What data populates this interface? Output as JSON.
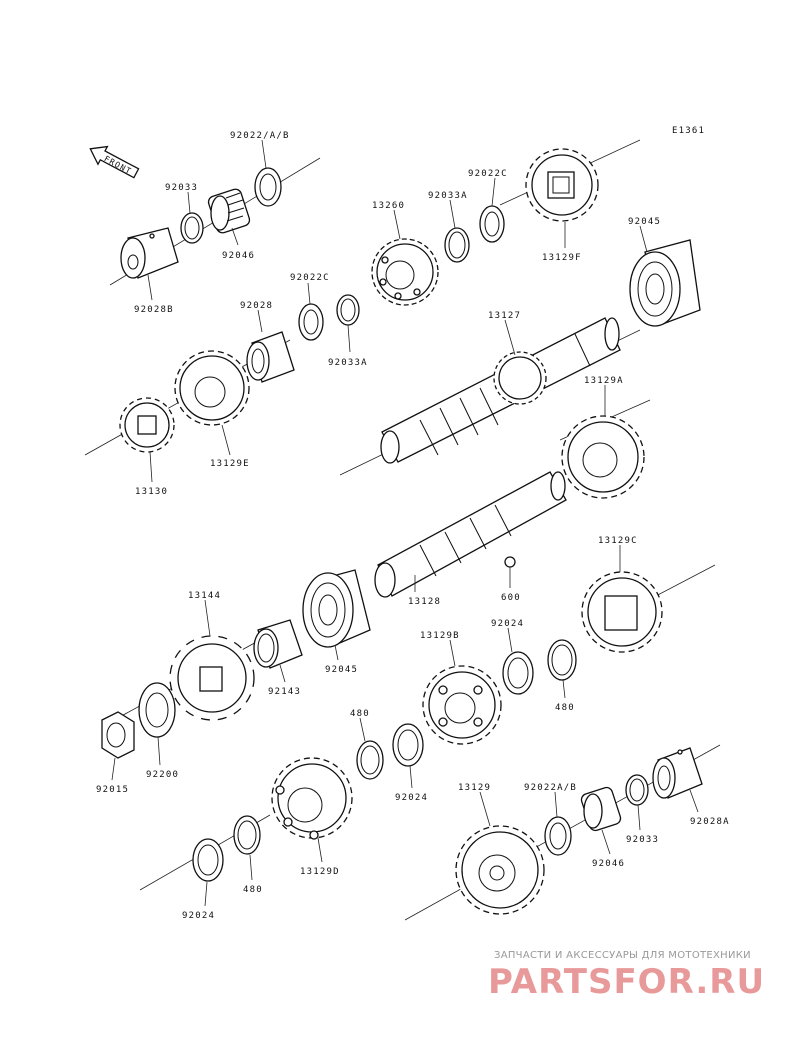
{
  "diagram_code": "E1361",
  "front_label": "FRONT",
  "labels": {
    "l92022AB_top": "92022/A/B",
    "l92033_top": "92033",
    "l92046_top": "92046",
    "l92028B": "92028B",
    "l13260": "13260",
    "l92033A_top": "92033A",
    "l92022C_top": "92022C",
    "l13129F": "13129F",
    "l92045_top": "92045",
    "l92022C_mid": "92022C",
    "l92028": "92028",
    "l92033A_mid": "92033A",
    "l13127": "13127",
    "l13129E": "13129E",
    "l13130": "13130",
    "l13129A": "13129A",
    "l13129C": "13129C",
    "l600": "600",
    "l13128": "13128",
    "l13144": "13144",
    "l92143": "92143",
    "l92045_mid": "92045",
    "l13129B": "13129B",
    "l92024_a": "92024",
    "l480_a": "480",
    "l92015": "92015",
    "l92200": "92200",
    "l480_b": "480",
    "l92024_b": "92024",
    "l13129": "13129",
    "l92022AB_bot": "92022A/B",
    "l92028A": "92028A",
    "l92046_bot": "92046",
    "l92033_bot": "92033",
    "l13129D": "13129D",
    "l480_c": "480",
    "l92024_c": "92024"
  },
  "watermark": {
    "subtitle": "ЗАПЧАСТИ И АКСЕССУАРЫ ДЛЯ МОТОТЕХНИКИ",
    "logo": "PARTSFOR.RU"
  }
}
